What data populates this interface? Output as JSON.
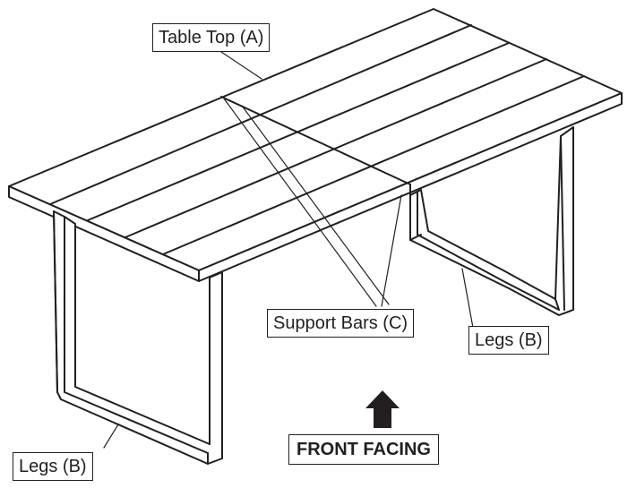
{
  "labels": {
    "table_top": "Table Top (A)",
    "support_bars": "Support Bars (C)",
    "legs_right": "Legs (B)",
    "legs_left": "Legs (B)",
    "front_facing": "FRONT FACING"
  },
  "colors": {
    "line": "#231f20",
    "background": "#ffffff"
  },
  "icons": {
    "front_arrow": "up-arrow-icon"
  }
}
